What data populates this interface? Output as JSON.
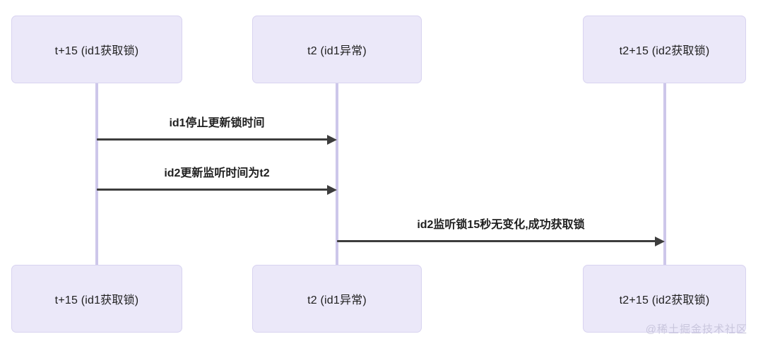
{
  "diagram": {
    "type": "sequence-diagram",
    "background_color": "#ffffff",
    "box_fill_color": "#ebe8f9",
    "box_border_color": "#d8d3f0",
    "lifeline_color": "#cdc7ea",
    "arrow_color": "#3d3d3d",
    "participants": [
      {
        "id": "p1",
        "top_label": "t+15 (id1获取锁)",
        "bottom_label": "t+15 (id1获取锁)"
      },
      {
        "id": "p2",
        "top_label": "t2 (id1异常)",
        "bottom_label": "t2 (id1异常)"
      },
      {
        "id": "p3",
        "top_label": "t2+15 (id2获取锁)",
        "bottom_label": "t2+15 (id2获取锁)"
      }
    ],
    "messages": [
      {
        "id": "m1",
        "from": "p1",
        "to": "p2",
        "label": "id1停止更新锁时间",
        "direction": "right"
      },
      {
        "id": "m2",
        "from": "p1",
        "to": "p2",
        "label": "id2更新监听时间为t2",
        "direction": "right"
      },
      {
        "id": "m3",
        "from": "p2",
        "to": "p3",
        "label": "id2监听锁15秒无变化,成功获取锁",
        "direction": "right"
      }
    ]
  },
  "watermark": {
    "text": "@稀土掘金技术社区"
  }
}
